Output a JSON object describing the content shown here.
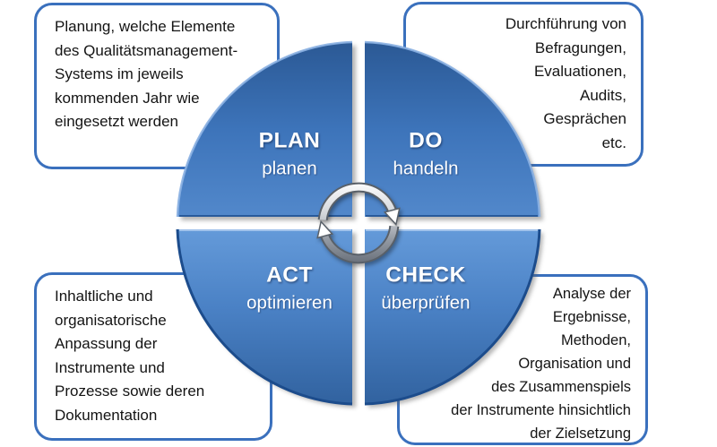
{
  "notes": {
    "top_left": {
      "text": "Planung, welche Elemente\ndes Qualitätsmanagement-\nSystems im jeweils\nkommenden Jahr wie\neingesetzt werden"
    },
    "top_right": {
      "text": "Durchführung von\nBefragungen,\nEvaluationen,\nAudits,\nGesprächen\netc."
    },
    "bottom_left": {
      "text": "Inhaltliche und\norganisatorische\nAnpassung der\nInstrumente und\nProzesse sowie deren\nDokumentation"
    },
    "bottom_right": {
      "text": "Analyse der\nErgebnisse,\nMethoden,\nOrganisation und\ndes Zusammenspiels\nder Instrumente hinsichtlich\nder Zielsetzung"
    }
  },
  "cycle": {
    "quadrants": [
      {
        "id": "plan",
        "label": "PLAN",
        "sublabel": "planen",
        "position": "top-left"
      },
      {
        "id": "do",
        "label": "DO",
        "sublabel": "handeln",
        "position": "top-right"
      },
      {
        "id": "check",
        "label": "CHECK",
        "sublabel": "überprüfen",
        "position": "bottom-right"
      },
      {
        "id": "act",
        "label": "ACT",
        "sublabel": "optimieren",
        "position": "bottom-left"
      }
    ],
    "center_icon": "cycle-arrows-icon",
    "direction": "clockwise"
  },
  "colors": {
    "background": "#ffffff",
    "box_border": "#3a70bd",
    "note_text": "#141414",
    "quad_top_dark": "#2b5995",
    "quad_top_light": "#5288cb",
    "quad_bottom_light": "#649ad9",
    "quad_bottom_dark": "#31629f",
    "label_text": "#ffffff",
    "arrow_metal_light": "#ffffff",
    "arrow_metal_dark": "#686f79"
  }
}
